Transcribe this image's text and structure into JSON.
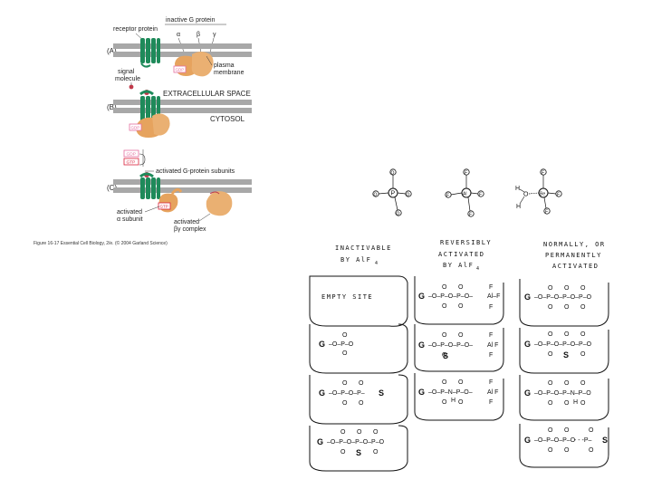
{
  "left_figure": {
    "labels": {
      "receptor_protein": "receptor protein",
      "inactive_g_protein": "inactive G protein",
      "alpha": "α",
      "beta": "β",
      "gamma": "γ",
      "plasma_membrane": "plasma\nmembrane",
      "signal_molecule": "signal\nmolecule",
      "extracellular_space": "EXTRACELLULAR SPACE",
      "cytosol": "CYTOSOL",
      "activated_subunits": "activated G-protein subunits",
      "activated_alpha": "activated\nα subunit",
      "activated_bg": "activated\nβγ complex",
      "gdp": "GDP",
      "gtp": "GTP"
    },
    "panels": [
      "(A)",
      "(B)",
      "(C)"
    ],
    "caption": "Figure 16-17  Essential Cell Biology, 2/e. (© 2004 Garland Science)"
  },
  "right_figure": {
    "top_species": {
      "phosphate": {
        "center": "P",
        "atoms": [
          "O",
          "O",
          "O",
          "O"
        ]
      },
      "aluminum_fluoride": {
        "center": "Al",
        "atoms": [
          "F",
          "F",
          "F",
          "F"
        ]
      },
      "beryllium_fluoride": {
        "center": "Be",
        "atoms": [
          "F",
          "F",
          "F",
          "O"
        ],
        "water": "H\nO\nH"
      }
    },
    "column_headers": [
      "INACTIVABLE\nBY AlF4",
      "REVERSIBLY\nACTIVATED\nBY AlF4",
      "NORMALLY, OR\nPERMANENTLY\nACTIVATED"
    ],
    "col1": {
      "row1": "EMPTY   SITE",
      "row2": "G–O–P–O",
      "row3": "G–O–P–O–P–S",
      "row4": "G–O–P–O–P–O–P–O"
    },
    "col2": {
      "row1": "G–O–P–O–P–O–Al–F",
      "row2": "G–O–P–O–P–O–Al–F",
      "row3": "G–O–P–N–P–O–Al–F"
    },
    "col3": {
      "row1": "G–O–P–O–P–O–P–O",
      "row2": "G–O–P–O–P–O–P–O",
      "row3": "G–O–P–O–P–N–P–O",
      "row4": "G–O–P–O–P–O–P–S"
    }
  },
  "colors": {
    "receptor": "#1e8a5a",
    "membrane": "#a8a8a8",
    "g_protein": "#e6a35e",
    "gdp_box": "#e56fa0",
    "gtp_box": "#d9203a",
    "signal": "#c0394a"
  }
}
